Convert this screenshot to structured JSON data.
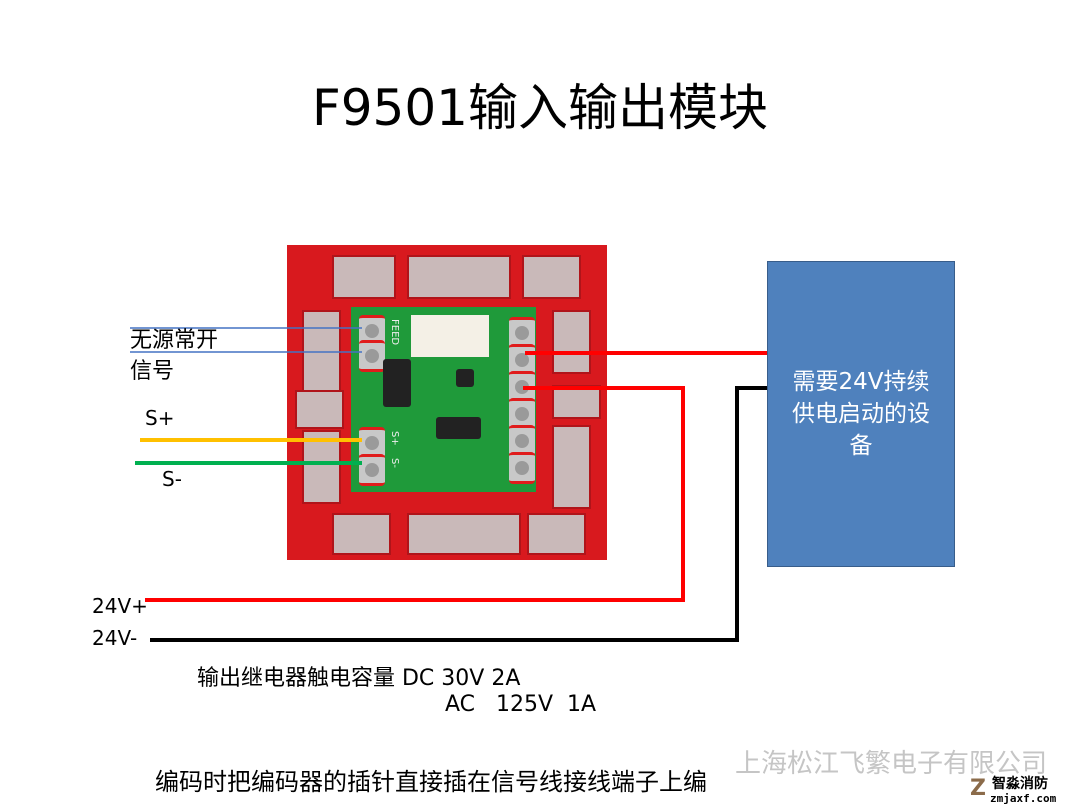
{
  "title": "F9501输入输出模块",
  "labels": {
    "dry_contact_line1": "无源常开",
    "dry_contact_line2": "信号",
    "s_plus": "S+",
    "s_minus": "S-",
    "v24_plus": "24V+",
    "v24_minus": "24V-"
  },
  "device_box": {
    "line1": "需要24V持续",
    "line2": "供电启动的设",
    "line3": "备"
  },
  "pcb_marks": {
    "feed": "FEED",
    "s_plus": "S+",
    "s_minus": "S-"
  },
  "relay_rating_line1": "输出继电器触电容量 DC 30V 2A",
  "relay_rating_line2": "AC   125V  1A",
  "footer_note": "编码时把编码器的插针直接插在信号线接线端子上编",
  "watermark": {
    "company": "上海松江飞繁电子有限公司",
    "brand": "智淼消防",
    "site": "zmjaxf.com"
  },
  "colors": {
    "red_wire": "#ff0000",
    "yellow_wire": "#ffc000",
    "green_wire": "#00b050",
    "blue_wire": "#4472c4",
    "device_box": "#4f81bd"
  }
}
